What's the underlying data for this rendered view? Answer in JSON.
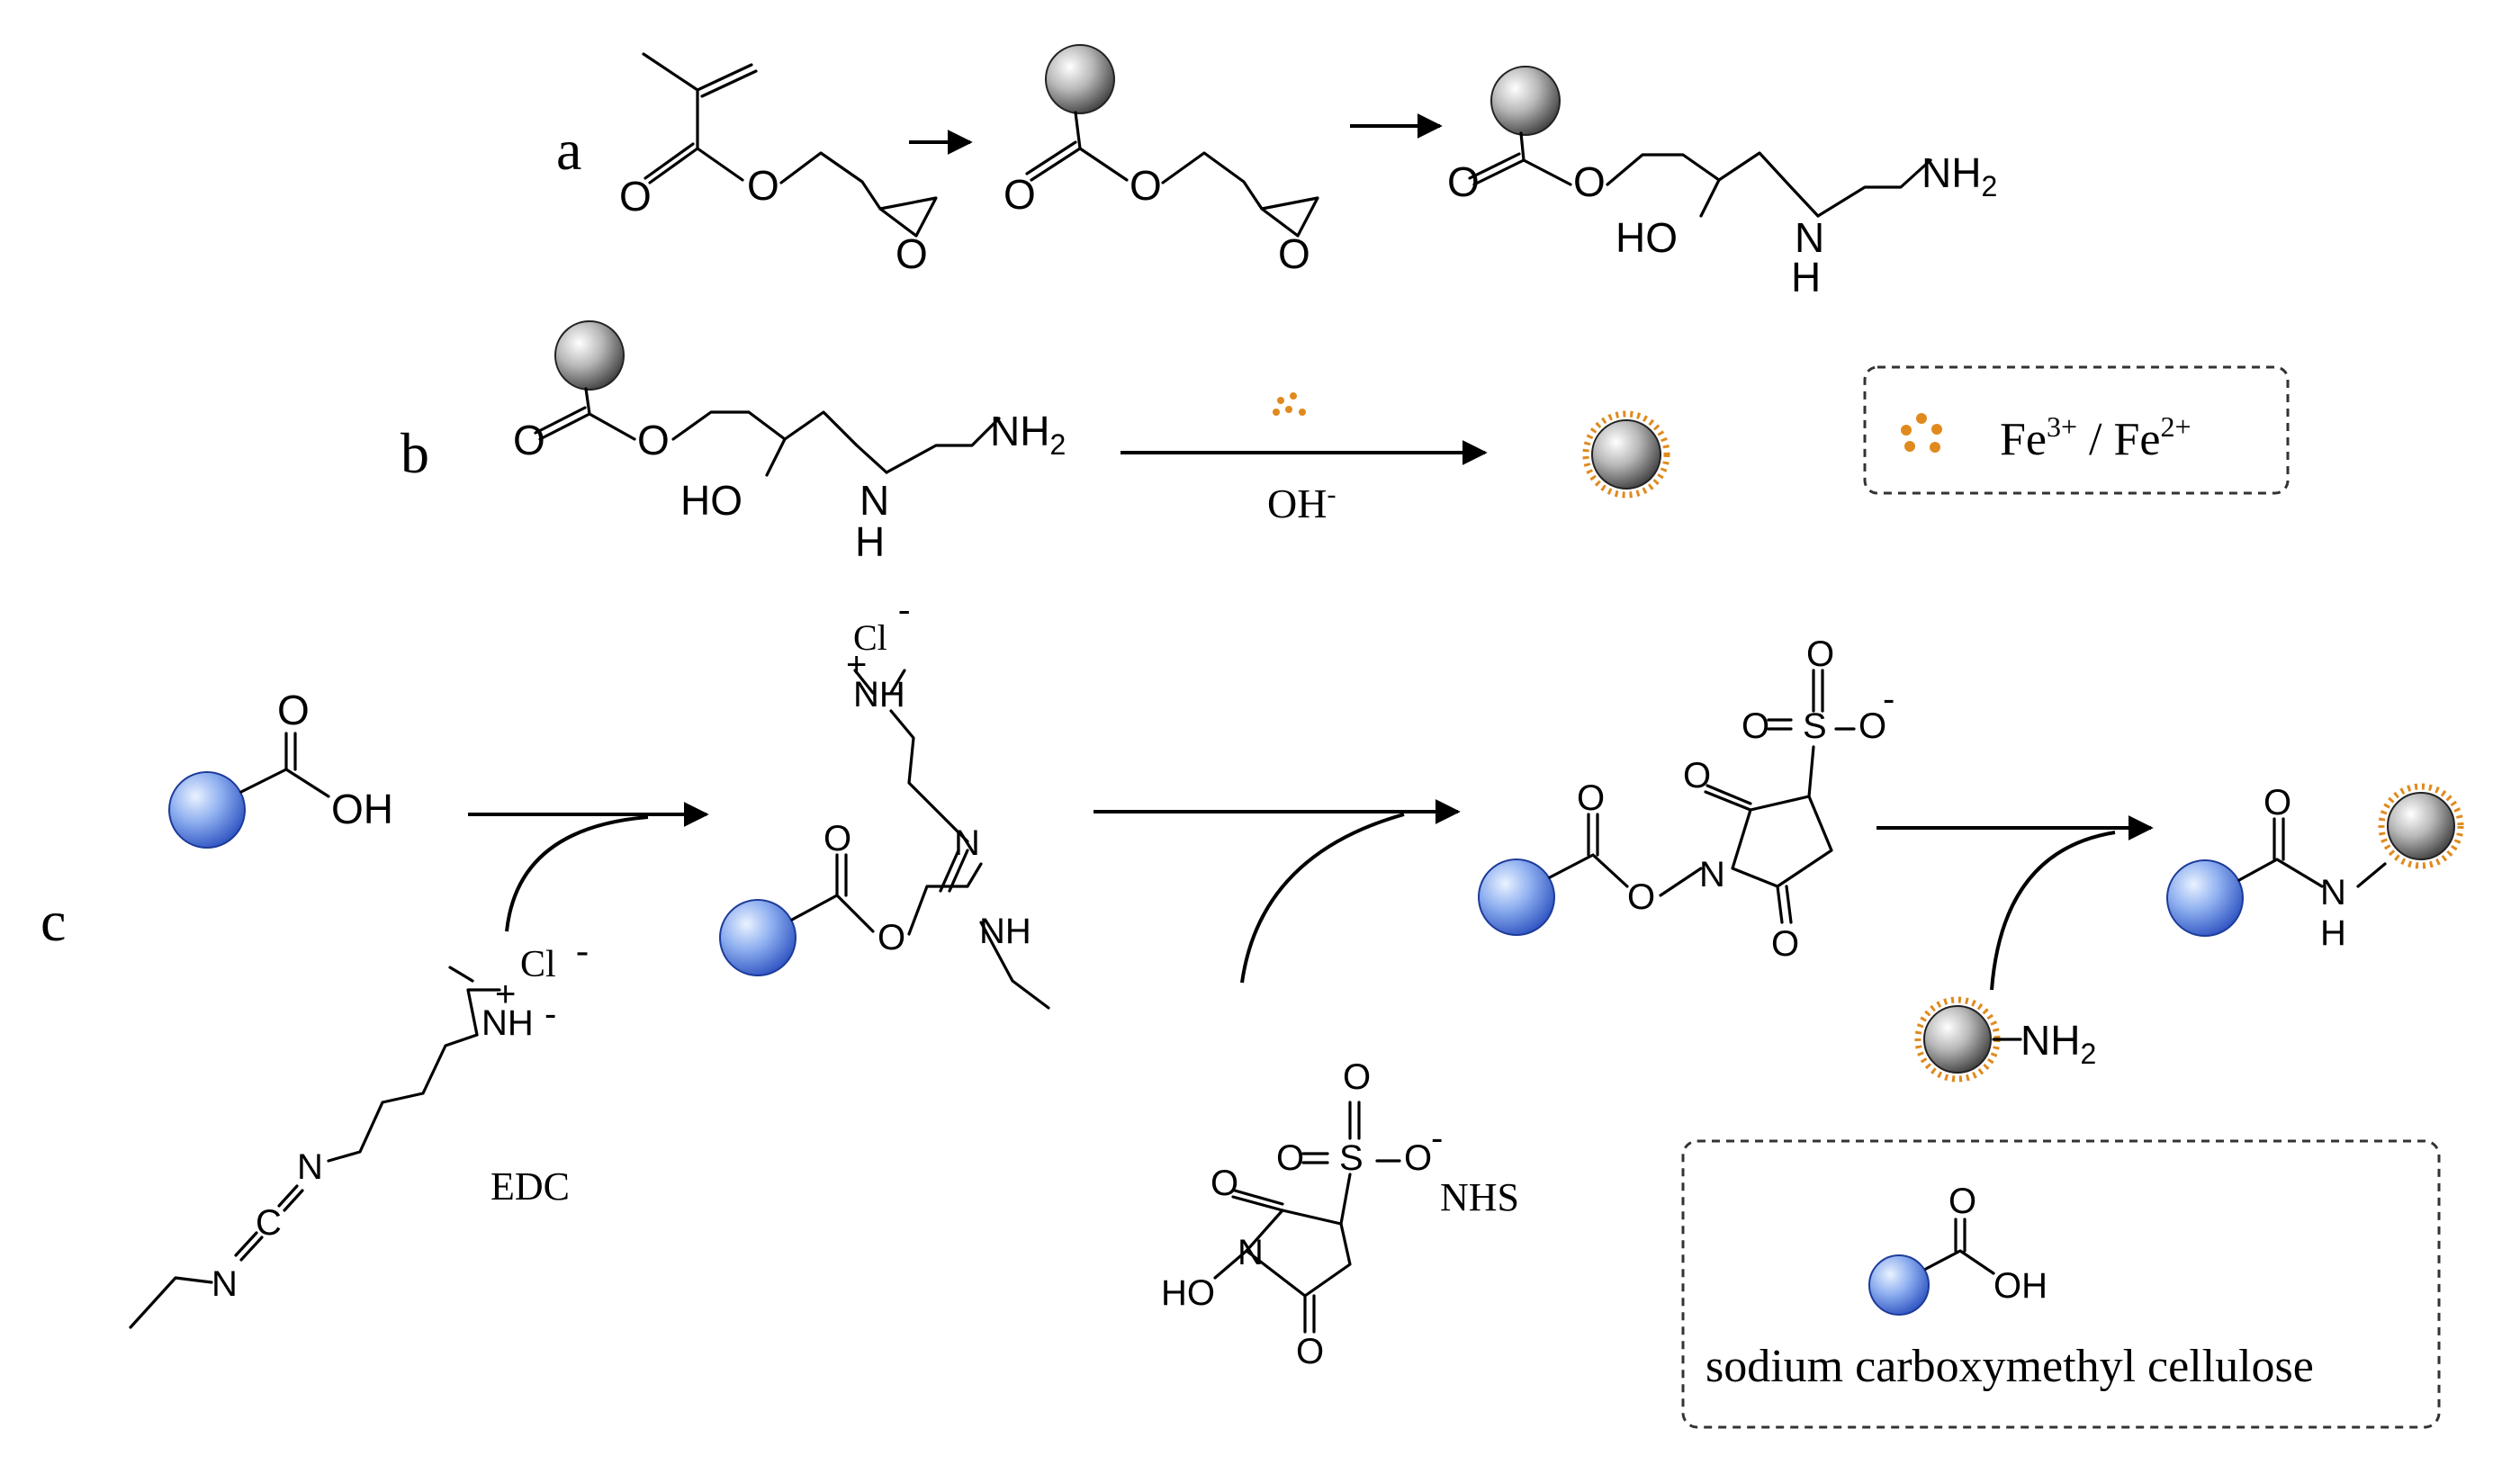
{
  "panels": {
    "a": "a",
    "b": "b",
    "c": "c"
  },
  "atoms": {
    "O": "O",
    "HO": "HO",
    "H": "H",
    "N": "N",
    "NH": "NH",
    "NH2_base": "NH",
    "NH2_sub": "2",
    "OH": "OH",
    "S": "S",
    "Cl": "Cl",
    "minus": "-",
    "plus": "+",
    "C": "C"
  },
  "reagents": {
    "base": "OH",
    "base_charge": "-",
    "edc": "EDC",
    "nhs": "NHS"
  },
  "legend": {
    "fe_text": "Fe",
    "fe3_sup": "3+",
    "separator": " / ",
    "fe_text2": "Fe",
    "fe2_sup": "2+",
    "cmc_label": "sodium carboxymethyl cellulose"
  },
  "colors": {
    "polymer_bead": "#5f5f5f",
    "cellulose_bead": "#4a74d8",
    "iron_oxide": "#e08a1e",
    "line": "#000000"
  }
}
